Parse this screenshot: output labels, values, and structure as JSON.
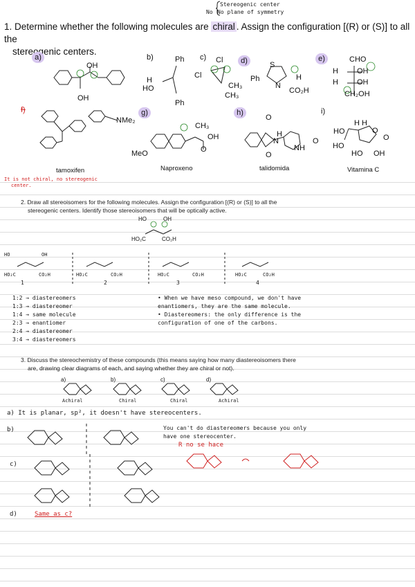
{
  "header_note": {
    "line1": "Stereogenic center",
    "line2": "No plane of symmetry",
    "prefix": "No"
  },
  "q1": {
    "number": "1.",
    "text_before": "Determine whether the following molecules are",
    "chiral_word": "chiral",
    "text_after": ". Assign the configuration [(R) or (S)] to all the",
    "text_line2": "stereogenic centers.",
    "labels": [
      "a)",
      "b)",
      "c)",
      "d)",
      "e)",
      "f)",
      "g)",
      "h)",
      "i)"
    ],
    "names": [
      "tamoxifen",
      "Naproxeno",
      "talidomida",
      "Vitamina C"
    ],
    "atoms": {
      "a_oh1": "OH",
      "a_oh2": "OH",
      "b_h": "H",
      "b_oh": "HO",
      "b_ph1": "Ph",
      "b_ph2": "Ph",
      "c_cl1": "Cl",
      "c_cl2": "Cl",
      "c_ch3a": "CH₃",
      "c_ch3b": "CH₃",
      "d_s": "S",
      "d_ph": "Ph",
      "d_n": "N",
      "d_h": "H",
      "d_co2h": "CO₂H",
      "e_cho": "CHO",
      "e_h1": "H",
      "e_oh1": "OH",
      "e_h2": "H",
      "e_oh2": "OH",
      "e_ch2oh": "CH₂OH",
      "f_nme2": "NMe₂",
      "g_ch3": "CH₃",
      "g_oh": "OH",
      "g_o": "O",
      "g_meo": "MeO",
      "h_o1": "O",
      "h_o2": "O",
      "h_o3": "O",
      "h_nh": "NH",
      "h_n": "N",
      "h_h": "H",
      "i_ho1": "HO",
      "i_ho2": "HO",
      "i_hh": "H H",
      "i_o1": "O",
      "i_o2": "O",
      "i_ho3": "HO",
      "i_oh": "OH"
    },
    "badges": [
      "a)",
      "e)"
    ],
    "annotations": {
      "f_note_line1": "It is not chiral, no stereogenic",
      "f_note_line2": "center."
    }
  },
  "q2": {
    "line1": "2.  Draw all stereoisomers for the following molecules. Assign the configuration [(R) or (S)] to all the",
    "line2": "stereogenic centers. Identify those stereoisomers that will be optically active.",
    "atoms": {
      "ho": "HO",
      "oh": "OH",
      "ho2c": "HO₂C",
      "co2h": "CO₂H"
    },
    "numbers": [
      "1",
      "2",
      "3",
      "4"
    ],
    "relations": [
      "1:2 → diastereomers",
      "1:3 → diastereomer",
      "1:4 → same molecule",
      "2:3 → enantiomer",
      "2:4 → diastereomer",
      "3:4 → diastereomers"
    ],
    "notes": [
      "• When we have meso compound, we don't have",
      "  enantiomers, they are the same molecule.",
      "• Diastereomers: the only difference is the",
      "  configuration of one of the carbons."
    ]
  },
  "q3": {
    "line1": "3.  Discuss the stereochemistry of these compounds (this means saying how many diastereoisomers there",
    "line2": "are, drawing clear diagrams of each, and saying whether they are chiral or not).",
    "labels": [
      "a)",
      "b)",
      "c)",
      "d)"
    ],
    "verdicts": [
      "Achiral",
      "Chiral",
      "Chiral",
      "Achiral"
    ],
    "answers": {
      "a": "a)  It is planar, sp², it doesn't have stereocenters.",
      "b_label": "b)",
      "b_note_line1": "You can't do diastereomers because you only",
      "b_note_line2": "have one stereocenter.",
      "c_label": "c)",
      "c_red_note": "R no se hace",
      "d_label": "d)",
      "d_note": "Same as c?"
    }
  },
  "colors": {
    "badge": "#d7c7ef",
    "chiral_highlight": "#e7dcf5",
    "red_ink": "#d02020",
    "green_ink": "#2a8a2a",
    "rule": "#dcdcdc"
  }
}
